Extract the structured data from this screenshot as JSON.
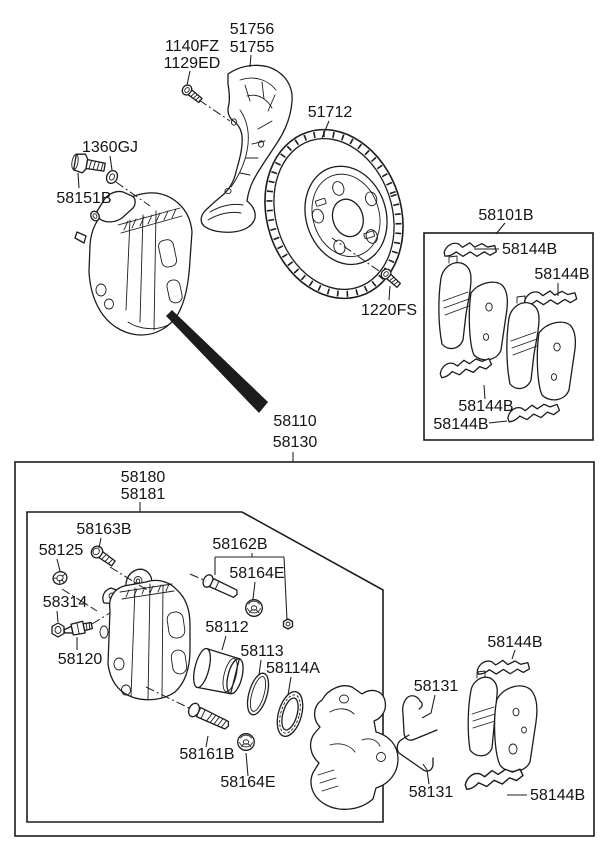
{
  "colors": {
    "background": "#ffffff",
    "line": "#1c1c1c",
    "text": "#141414"
  },
  "callouts": {
    "shield_line1": "51756",
    "shield_line2": "51755",
    "shield_screw_line1": "1140FZ",
    "shield_screw_line2": "1129ED",
    "disc": "51712",
    "washer": "1360GJ",
    "caliper_bolt": "58151B",
    "disc_screw": "1220FS",
    "pad_kit": "58101B",
    "pad_clip_kit_tl": "58144B",
    "pad_clip_kit_tr": "58144B",
    "pad_clip_kit_bl": "58144B",
    "pad_clip_kit_bottom": "58144B",
    "caliper_assy_line1": "58110",
    "caliper_assy_line2": "58130",
    "caliper_sub_line1": "58180",
    "caliper_sub_line2": "58181",
    "guide_bolt": "58163B",
    "clip_nut": "58125",
    "nut": "58314",
    "bleeder_screw": "58120",
    "guide_rod_kit": "58162B",
    "cap_upper": "58164E",
    "piston": "58112",
    "piston_seal": "58113",
    "piston_boot": "58114A",
    "guide_rod": "58161B",
    "cap_lower": "58164E",
    "pad_spring_upper": "58131",
    "pad_spring_lower": "58131",
    "pad_clip_right_top": "58144B",
    "pad_clip_right_bottom": "58144B"
  }
}
